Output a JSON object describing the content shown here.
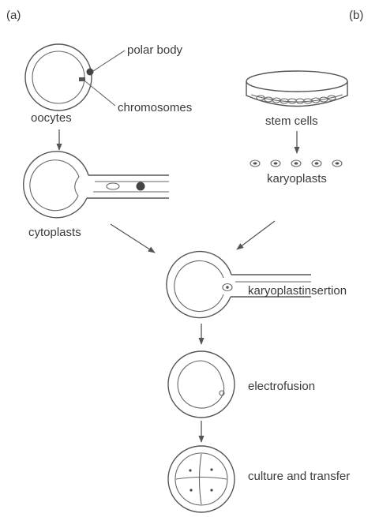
{
  "panels": {
    "a": "(a)",
    "b": "(b)"
  },
  "labels": {
    "polar_body": "polar body",
    "chromosomes": "chromosomes",
    "oocytes": "oocytes",
    "stem_cells": "stem cells",
    "karyoplasts": "karyoplasts",
    "cytoplasts": "cytoplasts",
    "karyoplast_insertion": "karyoplastinsertion",
    "electrofusion": "electrofusion",
    "culture_transfer": "culture and transfer"
  }
}
